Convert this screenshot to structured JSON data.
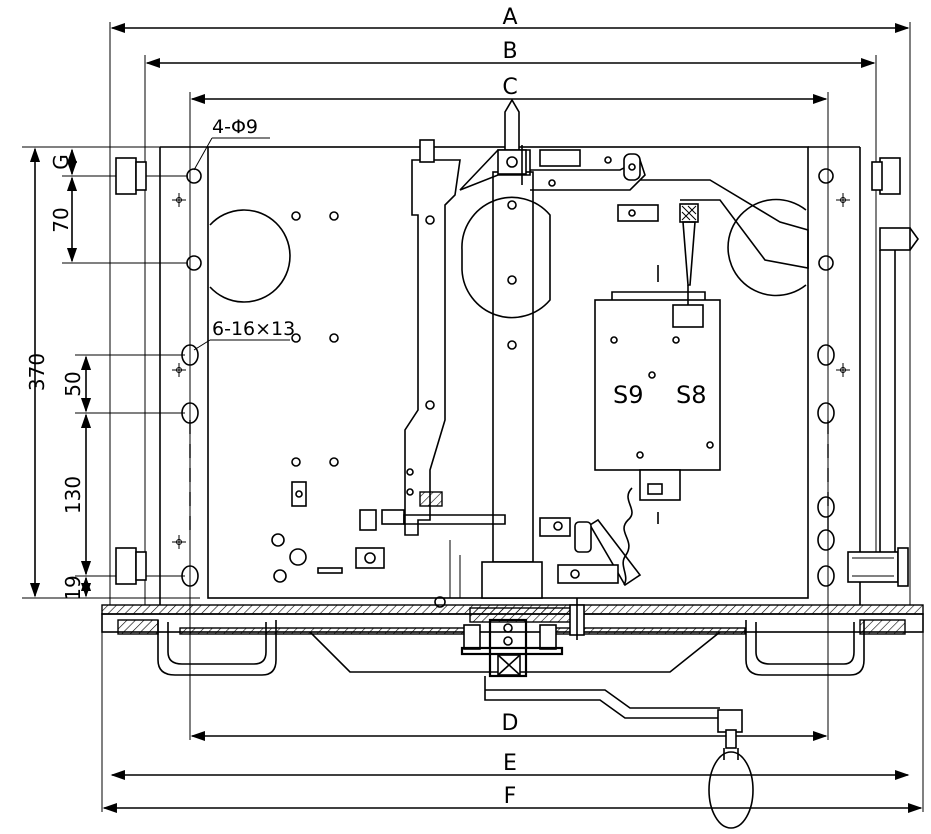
{
  "dimensions": {
    "overall_widths": [
      "A",
      "B",
      "C",
      "D",
      "E",
      "F"
    ],
    "hole_spacing_g": "G",
    "vertical": [
      "70",
      "370",
      "50",
      "130",
      "19"
    ]
  },
  "callouts": {
    "round_holes": "4-Φ9",
    "slot_holes": "6-16×13"
  },
  "parts": {
    "left_label": "S9",
    "right_label": "S8"
  }
}
